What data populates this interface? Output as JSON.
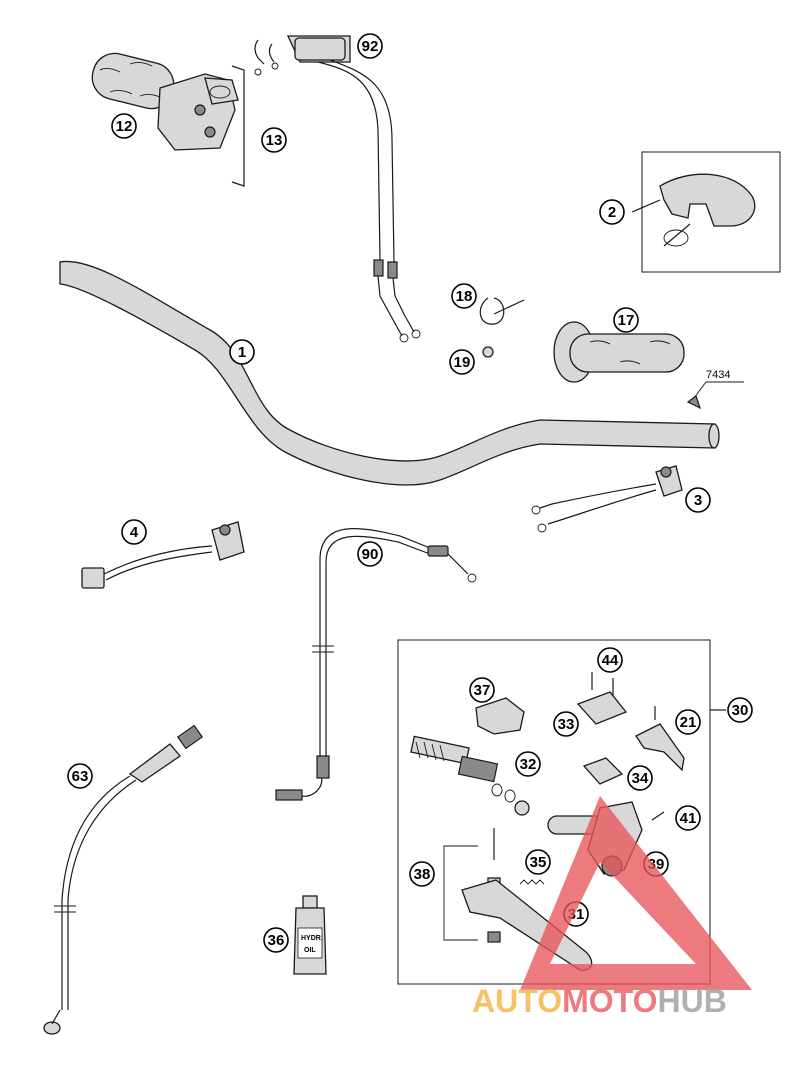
{
  "parts": [
    {
      "key": "p1",
      "label": "1"
    },
    {
      "key": "p2",
      "label": "2"
    },
    {
      "key": "p3",
      "label": "3"
    },
    {
      "key": "p4",
      "label": "4"
    },
    {
      "key": "p12",
      "label": "12"
    },
    {
      "key": "p13",
      "label": "13"
    },
    {
      "key": "p17",
      "label": "17"
    },
    {
      "key": "p18",
      "label": "18"
    },
    {
      "key": "p19",
      "label": "19"
    },
    {
      "key": "p21",
      "label": "21"
    },
    {
      "key": "p30",
      "label": "30"
    },
    {
      "key": "p31",
      "label": "31"
    },
    {
      "key": "p32",
      "label": "32"
    },
    {
      "key": "p33",
      "label": "33"
    },
    {
      "key": "p34",
      "label": "34"
    },
    {
      "key": "p35",
      "label": "35"
    },
    {
      "key": "p36",
      "label": "36"
    },
    {
      "key": "p37",
      "label": "37"
    },
    {
      "key": "p38",
      "label": "38"
    },
    {
      "key": "p39",
      "label": "39"
    },
    {
      "key": "p41",
      "label": "41"
    },
    {
      "key": "p44",
      "label": "44"
    },
    {
      "key": "p63",
      "label": "63"
    },
    {
      "key": "p90",
      "label": "90"
    },
    {
      "key": "p92",
      "label": "92"
    }
  ],
  "reference_code": "7434",
  "oil_bottle_label": [
    "HYDR.",
    "OIL"
  ],
  "watermark": {
    "word_part1": "AUTO",
    "word_part2": "MOTO",
    "word_part3": "HUB",
    "color_orange": "#f5b13b",
    "color_red": "#e8565a",
    "color_grey": "#9a9a9a"
  }
}
